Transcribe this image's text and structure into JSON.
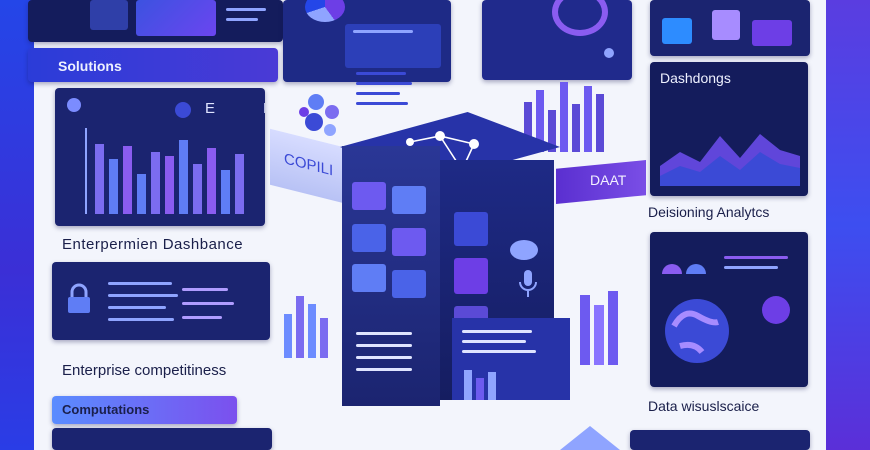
{
  "labels": {
    "solutions": "Solutions",
    "enterprise_dashboard": "Enterpermien Dashbance",
    "enterprise_competitiveness": "Enterprise competitiness",
    "computations": "Computations",
    "dashboards": "Dashdongs",
    "decisioning_analytics": "Deisioning Analytcs",
    "data_visualization": "Data wisuslscaice",
    "copilot": "COPILI",
    "data_tag": "DAAT",
    "small_letters": [
      "E",
      "R"
    ]
  },
  "colors": {
    "navy": "#1b2470",
    "indigo": "#3b3fd6",
    "violet": "#6d3ee6",
    "light_blue": "#8fa4ff",
    "page_bg": "#f3f5fc"
  },
  "icons": [
    "lock-icon",
    "globe-icon",
    "network-icon",
    "microphone-icon",
    "chart-icon"
  ]
}
